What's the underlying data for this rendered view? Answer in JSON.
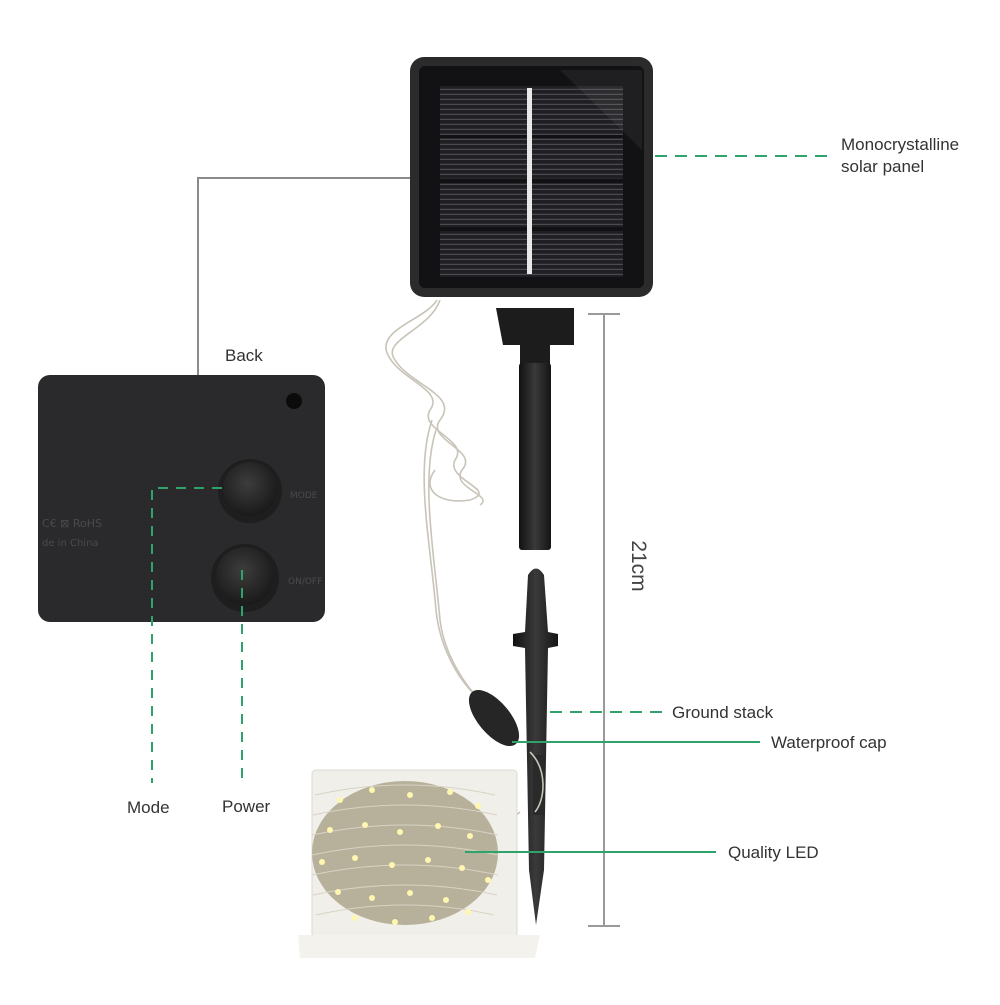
{
  "labels": {
    "solar_panel_line1": "Monocrystalline",
    "solar_panel_line2": "solar panel",
    "back": "Back",
    "ground_stack": "Ground stack",
    "waterproof_cap": "Waterproof cap",
    "mode": "Mode",
    "power": "Power",
    "quality_led": "Quality LED",
    "height": "21cm"
  },
  "colors": {
    "callout_green": "#2fa36b",
    "panel_body": "#2b2b2b",
    "cell_dark": "#1f1f22",
    "gray_line": "#8a8a8a"
  },
  "icons": [
    "solar-panel-image",
    "battery-box-image",
    "stake-image",
    "led-wire-spool-image"
  ]
}
